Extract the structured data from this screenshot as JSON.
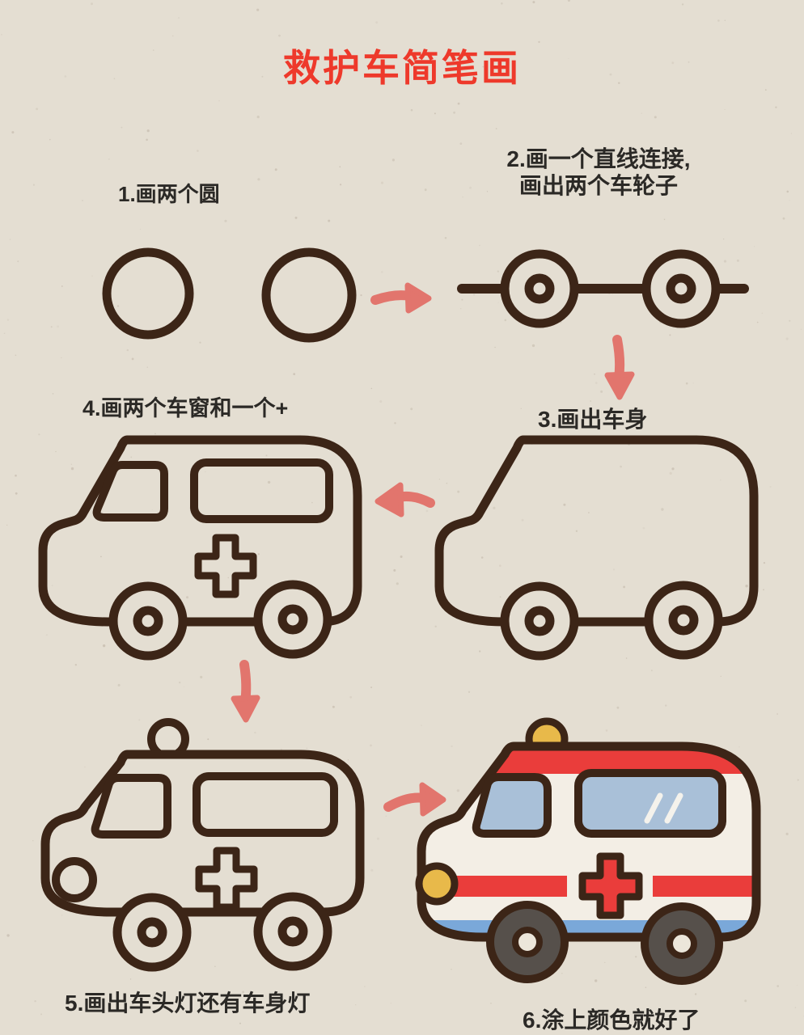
{
  "title": "救护车简笔画",
  "steps": [
    {
      "label": "1.画两个圆"
    },
    {
      "label": "2.画一个直线连接,",
      "label2": "画出两个车轮子"
    },
    {
      "label": "3.画出车身"
    },
    {
      "label": "4.画两个车窗和一个+"
    },
    {
      "label": "5.画出车头灯还有车身灯"
    },
    {
      "label": "6.涂上颜色就好了"
    }
  ],
  "icons": [
    "arrow-right-icon",
    "arrow-down-icon",
    "arrow-left-icon",
    "arrow-down-icon",
    "arrow-right-icon"
  ],
  "colors": {
    "background": "#e4ded2",
    "outline": "#3c2517",
    "title_red": "#ee392b",
    "label_text": "#2b2926",
    "arrow": "#e2756d",
    "ambulance_red": "#ea3d3b",
    "window_blue": "#a9c0d8",
    "bottom_blue": "#7aa8d9",
    "light_yellow": "#e8b94a",
    "wheel_gray": "#56504b",
    "hub_cream": "#ece6da",
    "body_white": "#f3eee5"
  }
}
